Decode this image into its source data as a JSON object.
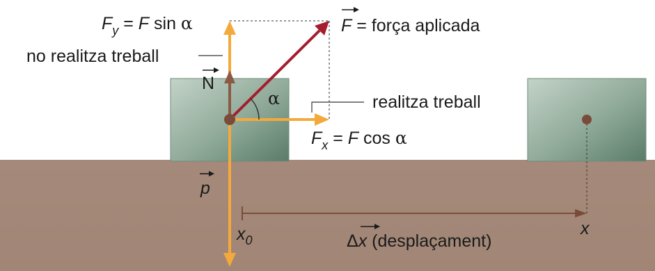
{
  "labels": {
    "fy_var": "F",
    "fy_sub": "y",
    "fy_eq": " = ",
    "fy_rhs_var": "F",
    "fy_rhs_func": " sin ",
    "alpha": "α",
    "f_vec": "F",
    "f_desc": " = força aplicada",
    "no_work": "no realitza treball",
    "normal": "N",
    "angle": "α",
    "does_work": "realitza treball",
    "fx_var": "F",
    "fx_sub": "x",
    "fx_eq": " = ",
    "fx_rhs_var": "F",
    "fx_rhs_func": " cos ",
    "weight": "p",
    "x0_var": "x",
    "x0_sub": "0",
    "x_final": "x",
    "delta": "Δ",
    "dx_var": "x",
    "dx_desc": " (desplaçament)"
  },
  "colors": {
    "ground": "#a68a7a",
    "block_dark": "#5d7f6d",
    "block_light": "#b7c9bd",
    "orange": "#f4a93b",
    "applied_force": "#a51d2d",
    "normal_force": "#8a5a45",
    "point": "#7a4b3a",
    "displacement": "#7a4b3a"
  }
}
